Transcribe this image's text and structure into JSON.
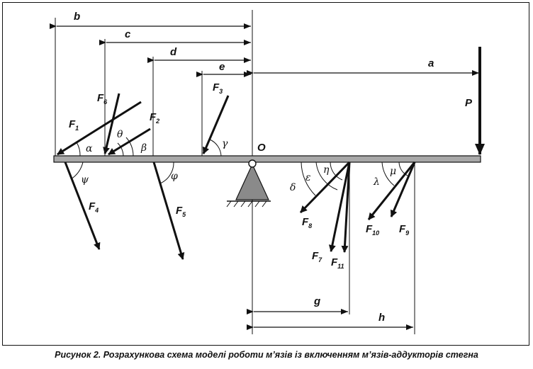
{
  "caption": "Рисунок 2. Розрахункова схема моделі роботи м’язів із включенням м’язів-аддукторів стегна",
  "labels": {
    "b": "b",
    "c": "c",
    "d": "d",
    "e": "e",
    "a": "a",
    "g": "g",
    "h": "h",
    "O": "O",
    "P": "P",
    "F1": "F",
    "F1_sub": "1",
    "F2": "F",
    "F2_sub": "2",
    "F3": "F",
    "F3_sub": "3",
    "F4": "F",
    "F4_sub": "4",
    "F5": "F",
    "F5_sub": "5",
    "F6": "F",
    "F6_sub": "6",
    "F7": "F",
    "F7_sub": "7",
    "F8": "F",
    "F8_sub": "8",
    "F9": "F",
    "F9_sub": "9",
    "F10": "F",
    "F10_sub": "10",
    "F11": "F",
    "F11_sub": "11"
  },
  "angles": {
    "alpha": "α",
    "beta": "β",
    "theta": "θ",
    "gamma": "γ",
    "psi": "ψ",
    "phi": "φ",
    "delta": "δ",
    "epsilon": "ε",
    "eta": "η",
    "lambda": "λ",
    "mu": "μ"
  }
}
